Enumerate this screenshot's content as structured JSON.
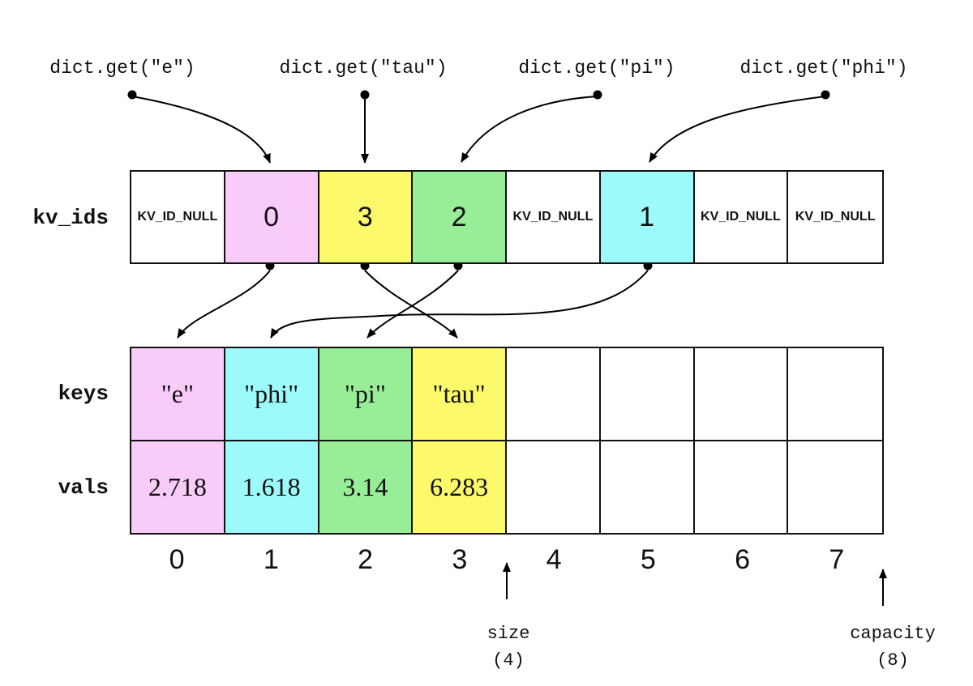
{
  "calls": [
    {
      "label": "dict.get(\"e\")"
    },
    {
      "label": "dict.get(\"tau\")"
    },
    {
      "label": "dict.get(\"pi\")"
    },
    {
      "label": "dict.get(\"phi\")"
    }
  ],
  "rows": {
    "kv_ids": {
      "label": "kv_ids",
      "cells": [
        {
          "text": "KV_ID_NULL",
          "bg": "#ffffff"
        },
        {
          "text": "0",
          "bg": "#f9cbf9"
        },
        {
          "text": "3",
          "bg": "#fcf96b"
        },
        {
          "text": "2",
          "bg": "#97ee97"
        },
        {
          "text": "KV_ID_NULL",
          "bg": "#ffffff"
        },
        {
          "text": "1",
          "bg": "#9dfafa"
        },
        {
          "text": "KV_ID_NULL",
          "bg": "#ffffff"
        },
        {
          "text": "KV_ID_NULL",
          "bg": "#ffffff"
        }
      ]
    },
    "keys": {
      "label": "keys",
      "cells": [
        {
          "text": "\"e\"",
          "bg": "#f9cbf9"
        },
        {
          "text": "\"phi\"",
          "bg": "#9dfafa"
        },
        {
          "text": "\"pi\"",
          "bg": "#97ee97"
        },
        {
          "text": "\"tau\"",
          "bg": "#fcf96b"
        },
        {
          "text": "",
          "bg": "#ffffff"
        },
        {
          "text": "",
          "bg": "#ffffff"
        },
        {
          "text": "",
          "bg": "#ffffff"
        },
        {
          "text": "",
          "bg": "#ffffff"
        }
      ]
    },
    "vals": {
      "label": "vals",
      "cells": [
        {
          "text": "2.718",
          "bg": "#f9cbf9"
        },
        {
          "text": "1.618",
          "bg": "#9dfafa"
        },
        {
          "text": "3.14",
          "bg": "#97ee97"
        },
        {
          "text": "6.283",
          "bg": "#fcf96b"
        },
        {
          "text": "",
          "bg": "#ffffff"
        },
        {
          "text": "",
          "bg": "#ffffff"
        },
        {
          "text": "",
          "bg": "#ffffff"
        },
        {
          "text": "",
          "bg": "#ffffff"
        }
      ]
    }
  },
  "indices": [
    "0",
    "1",
    "2",
    "3",
    "4",
    "5",
    "6",
    "7"
  ],
  "annotations": {
    "size_label": "size",
    "size_value": "(4)",
    "capacity_label": "capacity",
    "capacity_value": "(8)"
  },
  "palette": {
    "pink": "#f9cbf9",
    "cyan": "#9dfafa",
    "green": "#97ee97",
    "yellow": "#fcf96b",
    "line": "#000000",
    "border": "#111111"
  }
}
